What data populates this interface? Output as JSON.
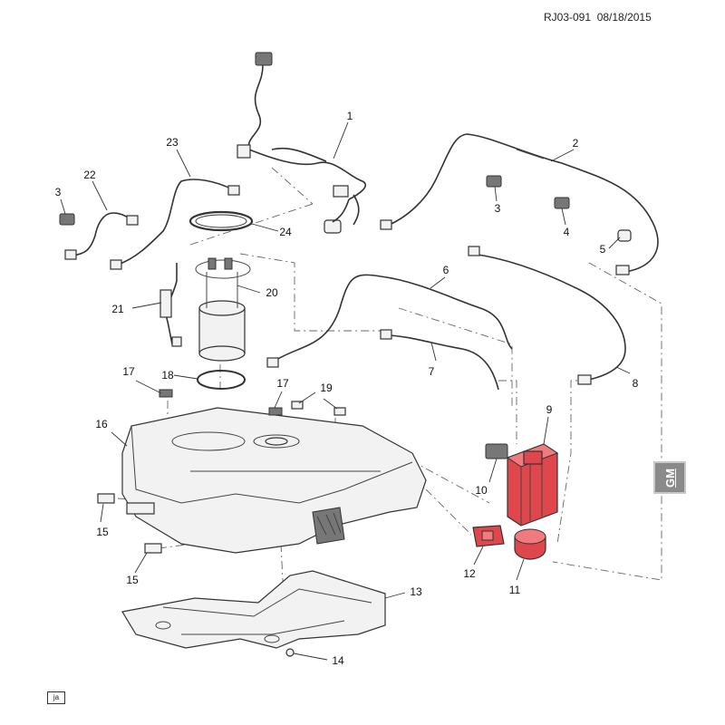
{
  "document_id": "RJ03-091",
  "date": "08/18/2015",
  "logo_text": "GM",
  "corner_tag": "ja",
  "callouts": {
    "c1": "1",
    "c2": "2",
    "c3a": "3",
    "c3b": "3",
    "c4": "4",
    "c5": "5",
    "c6": "6",
    "c7": "7",
    "c8": "8",
    "c9": "9",
    "c10": "10",
    "c11": "11",
    "c12": "12",
    "c13": "13",
    "c14": "14",
    "c15a": "15",
    "c15b": "15",
    "c16": "16",
    "c17a": "17",
    "c17b": "17",
    "c18": "18",
    "c19": "19",
    "c20": "20",
    "c21": "21",
    "c22": "22",
    "c23": "23",
    "c24": "24"
  },
  "colors": {
    "highlight": "#e0474c",
    "line": "#333333",
    "logo_bg": "#8a8a8a"
  }
}
